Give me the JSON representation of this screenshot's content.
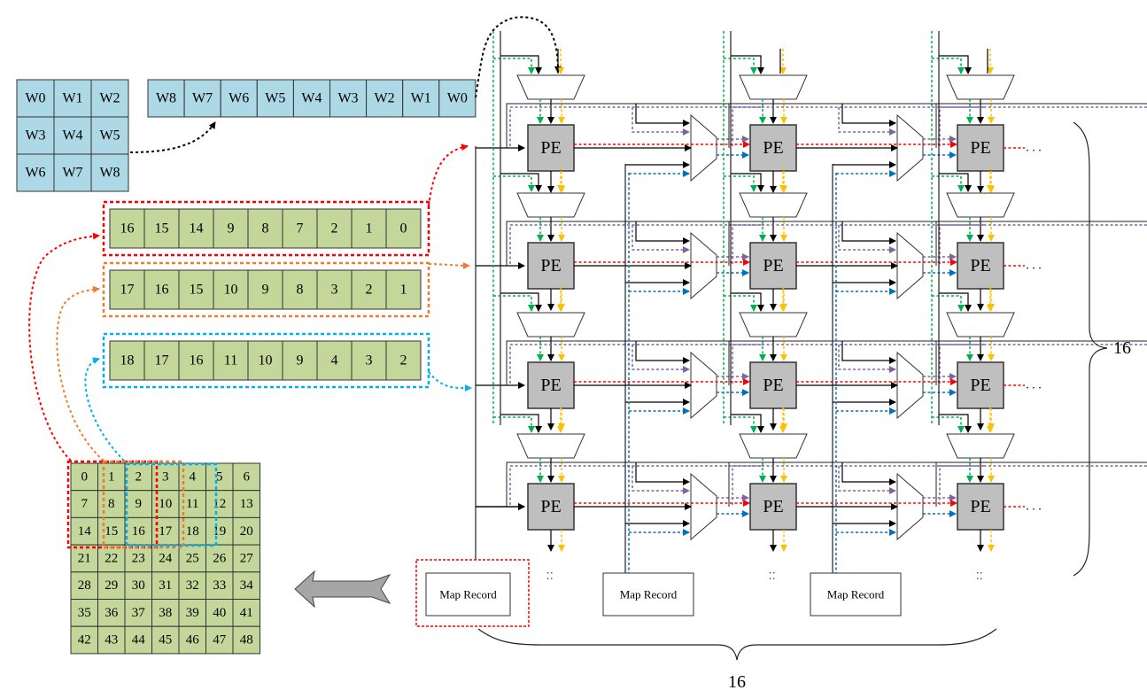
{
  "weights_grid": [
    [
      "W0",
      "W1",
      "W2"
    ],
    [
      "W3",
      "W4",
      "W5"
    ],
    [
      "W6",
      "W7",
      "W8"
    ]
  ],
  "weight_vector": [
    "W8",
    "W7",
    "W6",
    "W5",
    "W4",
    "W3",
    "W2",
    "W1",
    "W0"
  ],
  "input_rows": [
    {
      "values": [
        "16",
        "15",
        "14",
        "9",
        "8",
        "7",
        "2",
        "1",
        "0"
      ],
      "color": "#ff0000"
    },
    {
      "values": [
        "17",
        "16",
        "15",
        "10",
        "9",
        "8",
        "3",
        "2",
        "1"
      ],
      "color": "#ed7d31"
    },
    {
      "values": [
        "18",
        "17",
        "16",
        "11",
        "10",
        "9",
        "4",
        "3",
        "2"
      ],
      "color": "#00b0f0"
    }
  ],
  "feature_map": [
    [
      "0",
      "1",
      "2",
      "3",
      "4",
      "5",
      "6"
    ],
    [
      "7",
      "8",
      "9",
      "10",
      "11",
      "12",
      "13"
    ],
    [
      "14",
      "15",
      "16",
      "17",
      "18",
      "19",
      "20"
    ],
    [
      "21",
      "22",
      "23",
      "24",
      "25",
      "26",
      "27"
    ],
    [
      "28",
      "29",
      "30",
      "31",
      "32",
      "33",
      "34"
    ],
    [
      "35",
      "36",
      "37",
      "38",
      "39",
      "40",
      "41"
    ],
    [
      "42",
      "43",
      "44",
      "45",
      "46",
      "47",
      "48"
    ]
  ],
  "pe_label": "PE",
  "map_record_label": "Map Record",
  "ellipsis": ". . .",
  "rows_count_label": "16",
  "cols_count_label": "16",
  "colors": {
    "green": "#00b050",
    "yellow": "#ffc000",
    "purple": "#8064a2",
    "red": "#ff0000",
    "blue": "#0070c0",
    "pe": "#bfbfbf",
    "weight": "#add8e6",
    "input": "#c4d79b"
  }
}
